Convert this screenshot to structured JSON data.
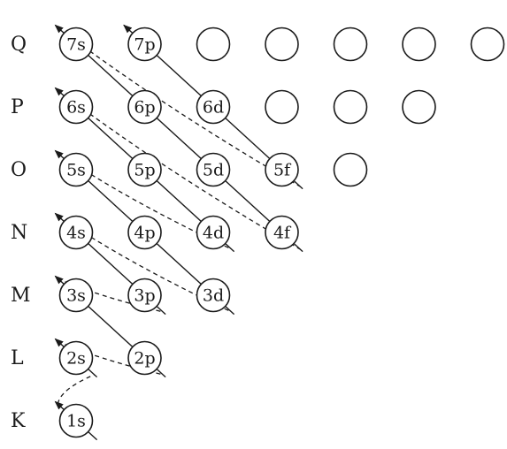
{
  "shells": [
    {
      "name": "Q",
      "row": 0
    },
    {
      "name": "P",
      "row": 1
    },
    {
      "name": "O",
      "row": 2
    },
    {
      "name": "N",
      "row": 3
    },
    {
      "name": "M",
      "row": 4
    },
    {
      "name": "L",
      "row": 5
    },
    {
      "name": "K",
      "row": 6
    }
  ],
  "orbitals": [
    {
      "label": "7s",
      "row": 0,
      "col": 0
    },
    {
      "label": "7p",
      "row": 0,
      "col": 1
    },
    {
      "label": "",
      "row": 0,
      "col": 2
    },
    {
      "label": "",
      "row": 0,
      "col": 3
    },
    {
      "label": "",
      "row": 0,
      "col": 4
    },
    {
      "label": "",
      "row": 0,
      "col": 5
    },
    {
      "label": "",
      "row": 0,
      "col": 6
    },
    {
      "label": "6s",
      "row": 1,
      "col": 0
    },
    {
      "label": "6p",
      "row": 1,
      "col": 1
    },
    {
      "label": "6d",
      "row": 1,
      "col": 2
    },
    {
      "label": "",
      "row": 1,
      "col": 3
    },
    {
      "label": "",
      "row": 1,
      "col": 4
    },
    {
      "label": "",
      "row": 1,
      "col": 5
    },
    {
      "label": "5s",
      "row": 2,
      "col": 0
    },
    {
      "label": "5p",
      "row": 2,
      "col": 1
    },
    {
      "label": "5d",
      "row": 2,
      "col": 2
    },
    {
      "label": "5f",
      "row": 2,
      "col": 3
    },
    {
      "label": "",
      "row": 2,
      "col": 4
    },
    {
      "label": "4s",
      "row": 3,
      "col": 0
    },
    {
      "label": "4p",
      "row": 3,
      "col": 1
    },
    {
      "label": "4d",
      "row": 3,
      "col": 2
    },
    {
      "label": "4f",
      "row": 3,
      "col": 3
    },
    {
      "label": "3s",
      "row": 4,
      "col": 0
    },
    {
      "label": "3p",
      "row": 4,
      "col": 1
    },
    {
      "label": "3d",
      "row": 4,
      "col": 2
    },
    {
      "label": "2s",
      "row": 5,
      "col": 0
    },
    {
      "label": "2p",
      "row": 5,
      "col": 1
    },
    {
      "label": "1s",
      "row": 6,
      "col": 0
    }
  ],
  "filling_order": [
    "1s",
    "2s",
    "2p",
    "3s",
    "3p",
    "4s",
    "3d",
    "4p",
    "5s",
    "4d",
    "5p",
    "6s",
    "4f",
    "5d",
    "6p",
    "7s",
    "5f",
    "6d",
    "7p"
  ]
}
